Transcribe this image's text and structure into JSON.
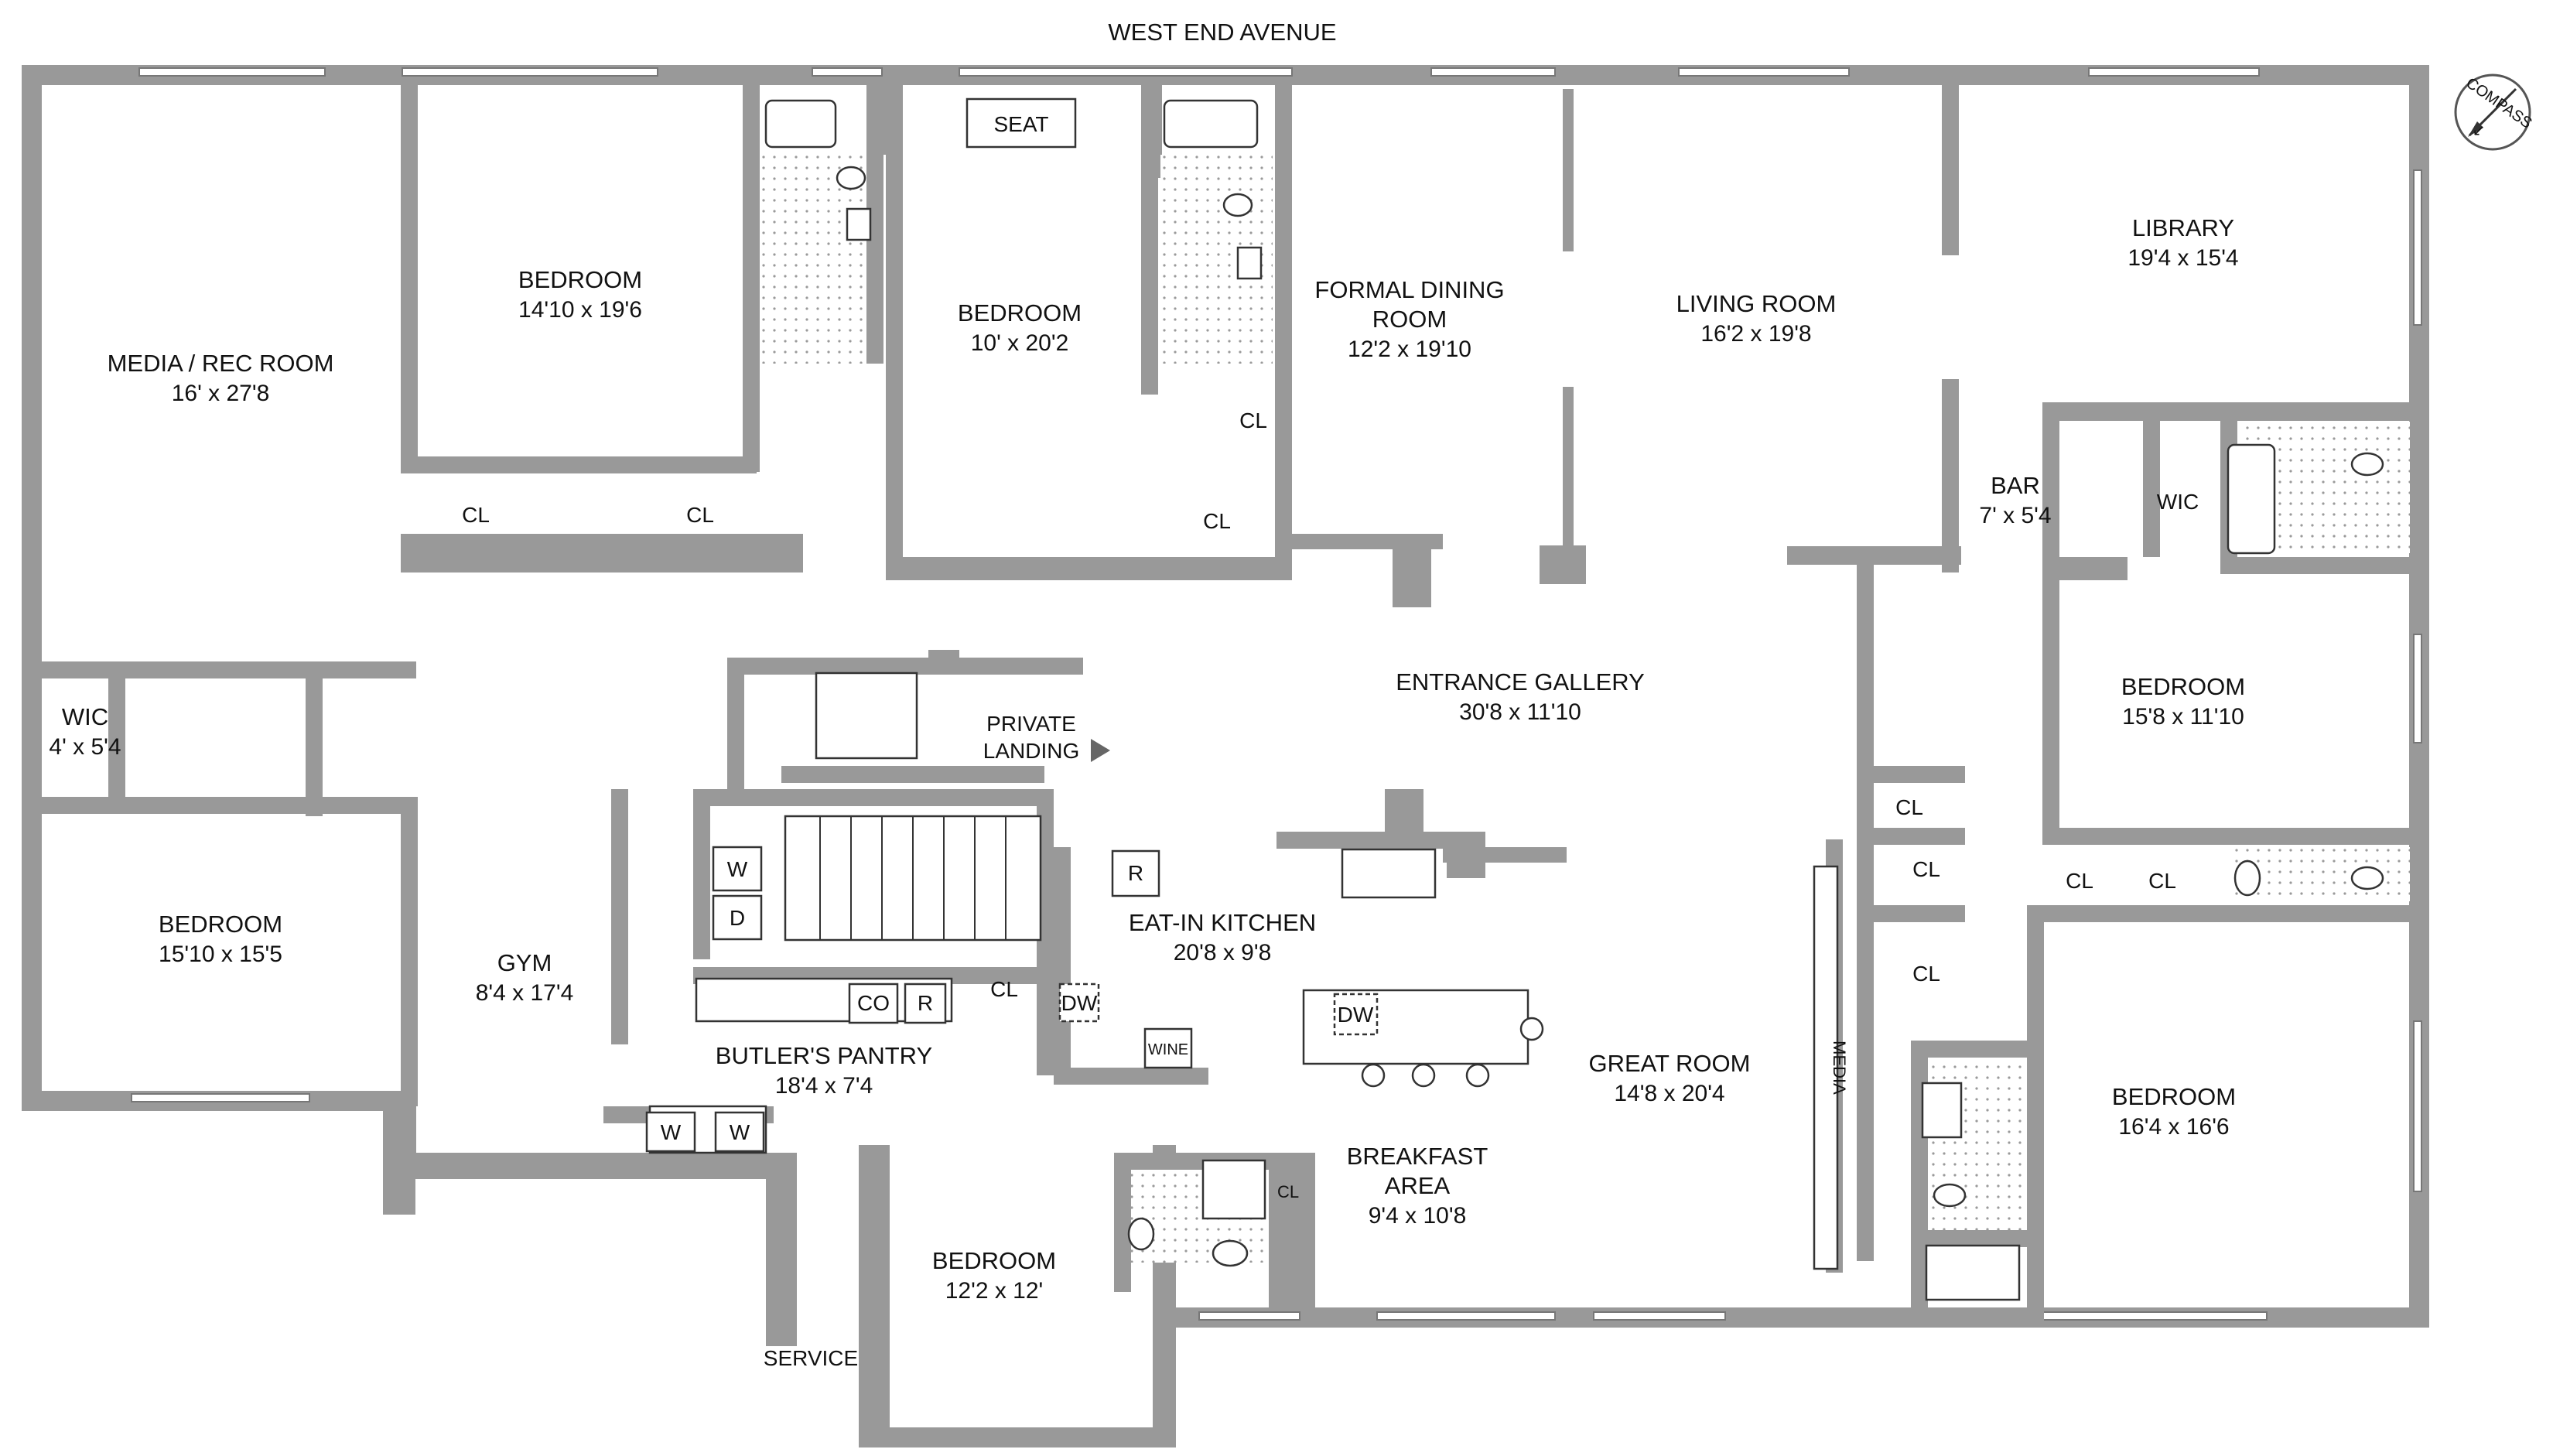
{
  "street_label": "WEST END AVENUE",
  "compass_label": "COMPASS",
  "rooms": [
    {
      "id": "media",
      "name": "MEDIA / REC ROOM",
      "dims": "16' x 27'8"
    },
    {
      "id": "bed1",
      "name": "BEDROOM",
      "dims": "14'10 x 19'6"
    },
    {
      "id": "bed2",
      "name": "BEDROOM",
      "dims": "10' x 20'2"
    },
    {
      "id": "dining",
      "name_line1": "FORMAL DINING",
      "name_line2": "ROOM",
      "dims": "12'2 x 19'10"
    },
    {
      "id": "living",
      "name": "LIVING ROOM",
      "dims": "16'2 x 19'8"
    },
    {
      "id": "library",
      "name": "LIBRARY",
      "dims": "19'4 x 15'4"
    },
    {
      "id": "bar",
      "name": "BAR",
      "dims": "7' x 5'4"
    },
    {
      "id": "wic_left",
      "name": "WIC",
      "dims": "4' x 5'4"
    },
    {
      "id": "entrance",
      "name": "ENTRANCE GALLERY",
      "dims": "30'8 x 11'10"
    },
    {
      "id": "bed_mid_right",
      "name": "BEDROOM",
      "dims": "15'8 x 11'10"
    },
    {
      "id": "bed_left",
      "name": "BEDROOM",
      "dims": "15'10 x 15'5"
    },
    {
      "id": "gym",
      "name": "GYM",
      "dims": "8'4 x 17'4"
    },
    {
      "id": "kitchen",
      "name": "EAT-IN KITCHEN",
      "dims": "20'8 x 9'8"
    },
    {
      "id": "pantry",
      "name": "BUTLER'S PANTRY",
      "dims": "18'4 x 7'4"
    },
    {
      "id": "great",
      "name": "GREAT ROOM",
      "dims": "14'8 x 20'4"
    },
    {
      "id": "bed_lower_right",
      "name": "BEDROOM",
      "dims": "16'4 x 16'6"
    },
    {
      "id": "breakfast",
      "name_line1": "BREAKFAST",
      "name_line2": "AREA",
      "dims": "9'4 x 10'8"
    },
    {
      "id": "bed_bottom",
      "name": "BEDROOM",
      "dims": "12'2 x 12'"
    }
  ],
  "labels": {
    "seat": "SEAT",
    "closet": "CL",
    "wic": "WIC",
    "private_landing_1": "PRIVATE",
    "private_landing_2": "LANDING",
    "washer": "W",
    "dryer": "D",
    "refrigerator": "R",
    "dishwasher": "DW",
    "wine": "WINE",
    "coffee": "CO",
    "media": "MEDIA",
    "service": "SERVICE"
  }
}
